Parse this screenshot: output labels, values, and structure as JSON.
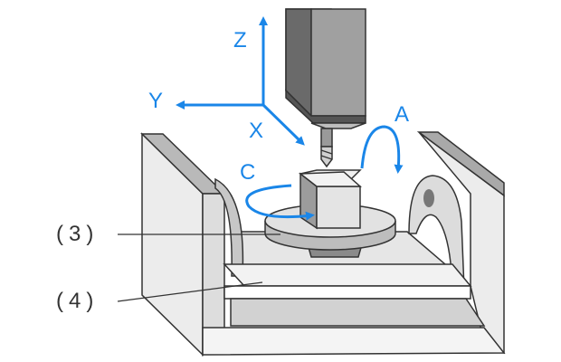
{
  "axes": {
    "z": "Z",
    "y": "Y",
    "x": "X",
    "a": "A",
    "c": "C"
  },
  "callouts": {
    "part3": "(3)",
    "part4": "(4)"
  },
  "colors": {
    "axis_blue": "#1a86e8",
    "outline": "#333333",
    "frame_light": "#ececec",
    "frame_mid": "#d6d6d6",
    "frame_dark": "#9a9a9a",
    "spindle_dark": "#6e6e6e",
    "spindle_mid": "#8c8c8c",
    "spindle_light": "#b4b4b4"
  }
}
